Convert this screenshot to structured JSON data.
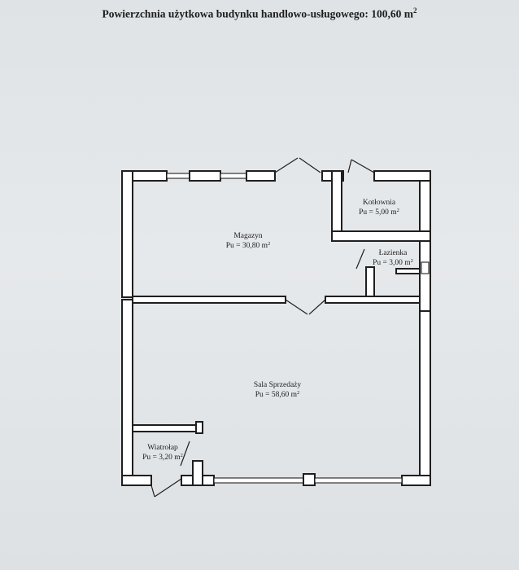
{
  "header": {
    "title": "Powierzchnia użytkowa budynku handlowo-usługowego: 100,60 m",
    "title_sup": "2"
  },
  "rooms": [
    {
      "id": "magazyn",
      "name": "Magazyn",
      "area": "Pu = 30,80 m",
      "sup": "2"
    },
    {
      "id": "kotlownia",
      "name": "Kotłownia",
      "area": "Pu = 5,00 m",
      "sup": "2"
    },
    {
      "id": "lazienka",
      "name": "Łazienka",
      "area": "Pu = 3,00 m",
      "sup": "2"
    },
    {
      "id": "sala",
      "name": "Sala Sprzedaży",
      "area": "Pu = 58,60 m",
      "sup": "2"
    },
    {
      "id": "wiatrolap",
      "name": "Wiatrołap",
      "area": "Pu = 3,20 m",
      "sup": "2"
    }
  ],
  "colors": {
    "paper": "#e3e6e8",
    "wall": "#1f1f1f",
    "wall_fill": "#ffffff"
  }
}
